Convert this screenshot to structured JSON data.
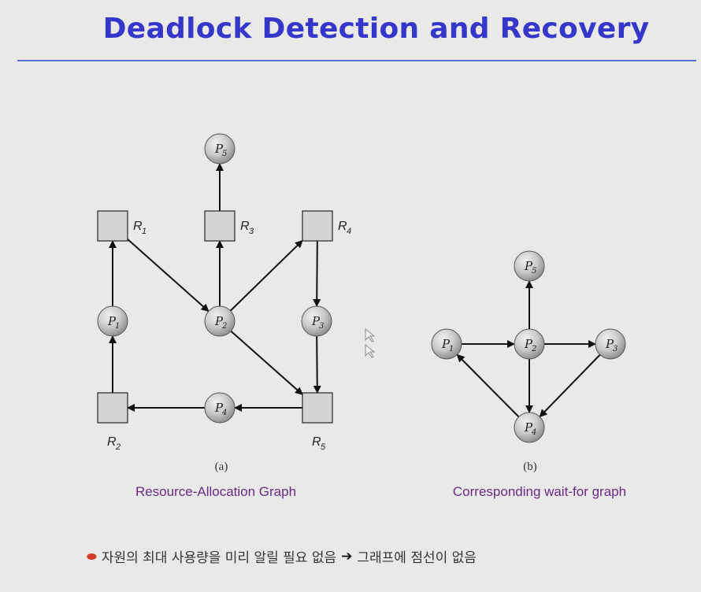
{
  "title": "Deadlock Detection and Recovery",
  "graph_a": {
    "sub_caption": "(a)",
    "caption": "Resource-Allocation Graph",
    "nodes": [
      {
        "id": "P1",
        "kind": "process",
        "letter": "P",
        "sub": "1"
      },
      {
        "id": "P2",
        "kind": "process",
        "letter": "P",
        "sub": "2"
      },
      {
        "id": "P3",
        "kind": "process",
        "letter": "P",
        "sub": "3"
      },
      {
        "id": "P4",
        "kind": "process",
        "letter": "P",
        "sub": "4"
      },
      {
        "id": "P5",
        "kind": "process",
        "letter": "P",
        "sub": "5"
      },
      {
        "id": "R1",
        "kind": "resource",
        "letter": "R",
        "sub": "1"
      },
      {
        "id": "R2",
        "kind": "resource",
        "letter": "R",
        "sub": "2"
      },
      {
        "id": "R3",
        "kind": "resource",
        "letter": "R",
        "sub": "3"
      },
      {
        "id": "R4",
        "kind": "resource",
        "letter": "R",
        "sub": "4"
      },
      {
        "id": "R5",
        "kind": "resource",
        "letter": "R",
        "sub": "5"
      }
    ],
    "edges": [
      {
        "from": "P1",
        "to": "R1"
      },
      {
        "from": "R1",
        "to": "P2"
      },
      {
        "from": "P2",
        "to": "R3"
      },
      {
        "from": "R3",
        "to": "P5"
      },
      {
        "from": "P2",
        "to": "R4"
      },
      {
        "from": "R4",
        "to": "P3"
      },
      {
        "from": "P2",
        "to": "R5"
      },
      {
        "from": "P3",
        "to": "R5"
      },
      {
        "from": "R5",
        "to": "P4"
      },
      {
        "from": "P4",
        "to": "R2"
      },
      {
        "from": "R2",
        "to": "P1"
      }
    ]
  },
  "graph_b": {
    "sub_caption": "(b)",
    "caption": "Corresponding wait-for graph",
    "nodes": [
      {
        "id": "P1",
        "letter": "P",
        "sub": "1"
      },
      {
        "id": "P2",
        "letter": "P",
        "sub": "2"
      },
      {
        "id": "P3",
        "letter": "P",
        "sub": "3"
      },
      {
        "id": "P4",
        "letter": "P",
        "sub": "4"
      },
      {
        "id": "P5",
        "letter": "P",
        "sub": "5"
      }
    ],
    "edges": [
      {
        "from": "P1",
        "to": "P2"
      },
      {
        "from": "P2",
        "to": "P3"
      },
      {
        "from": "P2",
        "to": "P5"
      },
      {
        "from": "P2",
        "to": "P4"
      },
      {
        "from": "P3",
        "to": "P4"
      },
      {
        "from": "P4",
        "to": "P1"
      }
    ]
  },
  "note": {
    "bullet_icon": "bullet-icon",
    "text_before": "자원의 최대 사용량을 미리 알릴 필요 없음",
    "arrow": "➔",
    "text_after": "그래프에 점선이 없음"
  },
  "colors": {
    "title": "#3437c9",
    "rule": "#5f6fd6",
    "caption": "#6a2a86",
    "bullet": "#d23a2a"
  }
}
